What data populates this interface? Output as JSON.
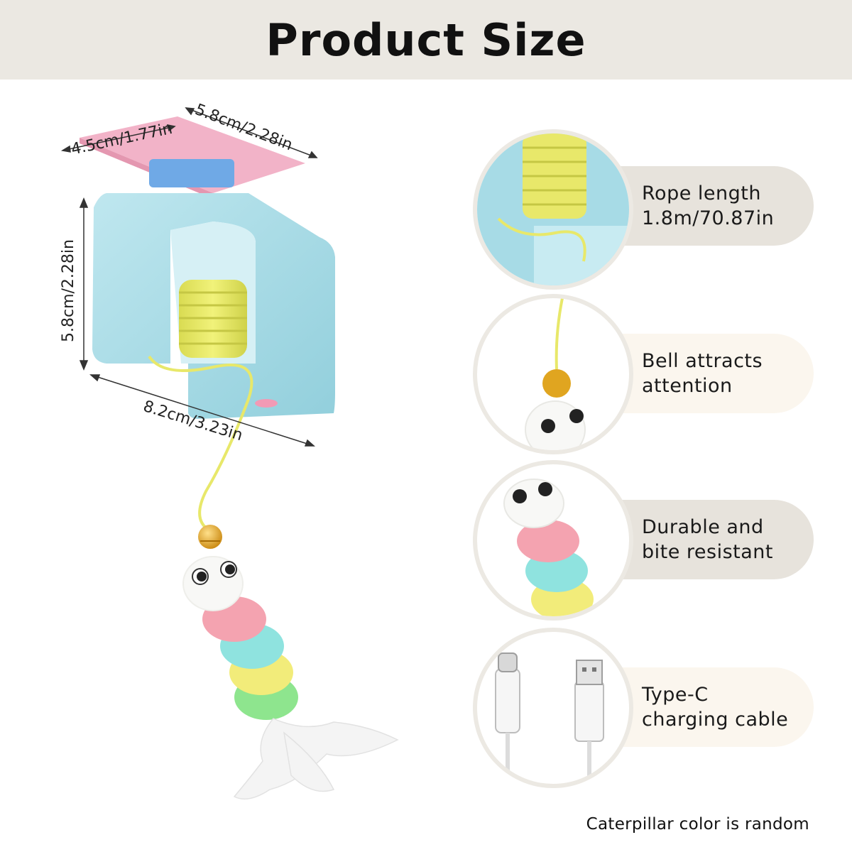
{
  "header": {
    "title": "Product Size"
  },
  "dimensions": {
    "base_depth": "4.5cm/1.77in",
    "base_width": "5.8cm/2.28in",
    "body_height": "5.8cm/2.28in",
    "body_width": "8.2cm/3.23in"
  },
  "features": [
    {
      "label_line1": "Rope length",
      "label_line2": "1.8m/70.87in",
      "pill_color": "#e7e3dc"
    },
    {
      "label_line1": "Bell attracts",
      "label_line2": "attention",
      "pill_color": "#fbf6ee"
    },
    {
      "label_line1": "Durable and",
      "label_line2": "bite resistant",
      "pill_color": "#e7e3dc"
    },
    {
      "label_line1": "Type-C",
      "label_line2": "charging cable",
      "pill_color": "#fbf6ee"
    }
  ],
  "footnote": "Caterpillar color is random",
  "colors": {
    "header_bg": "#ebe8e2",
    "device_blue": "#a7dbe6",
    "base_pink": "#f2b3c8",
    "spring_yellow": "#e8e86a",
    "bell_gold": "#e0a520"
  },
  "caterpillar_segments": [
    "#f8f8f6",
    "#f4a3b0",
    "#8fe3df",
    "#f2ec7a",
    "#8ee58e"
  ]
}
